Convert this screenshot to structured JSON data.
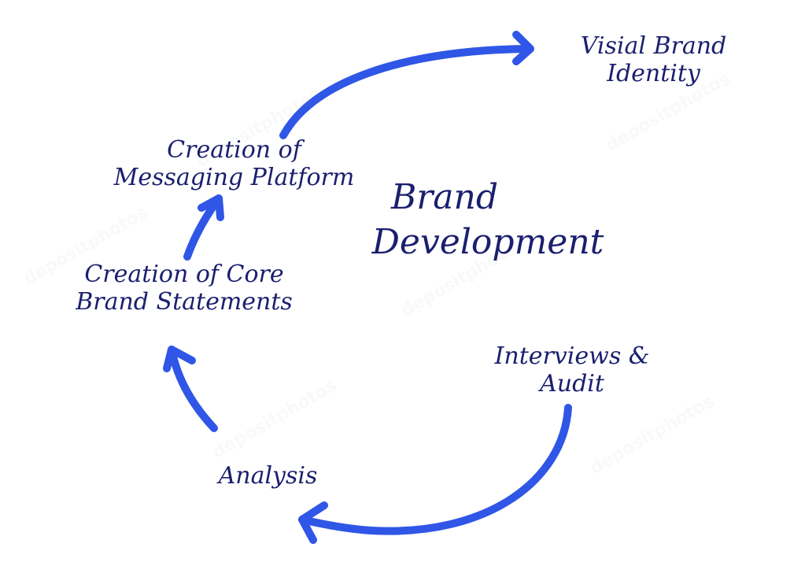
{
  "colors": {
    "arrow": "#2f56e6",
    "text": "#1a1f6e",
    "watermark": "#9aa0a8"
  },
  "title": {
    "line1": "Brand",
    "line2": "Development"
  },
  "steps": [
    {
      "id": "visual",
      "line1": "Visial Brand",
      "line2": "Identity"
    },
    {
      "id": "messaging",
      "line1": "Creation of",
      "line2": "Messaging Platform"
    },
    {
      "id": "core",
      "line1": "Creation of Core",
      "line2": "Brand Statements"
    },
    {
      "id": "interviews",
      "line1": "Interviews &",
      "line2": "Audit"
    },
    {
      "id": "analysis",
      "line1": "Analysis"
    }
  ],
  "arrows": [
    {
      "from": "interviews",
      "to": "analysis"
    },
    {
      "from": "analysis",
      "to": "core"
    },
    {
      "from": "core",
      "to": "messaging"
    },
    {
      "from": "messaging",
      "to": "visual"
    }
  ],
  "watermark": "depositphotos"
}
